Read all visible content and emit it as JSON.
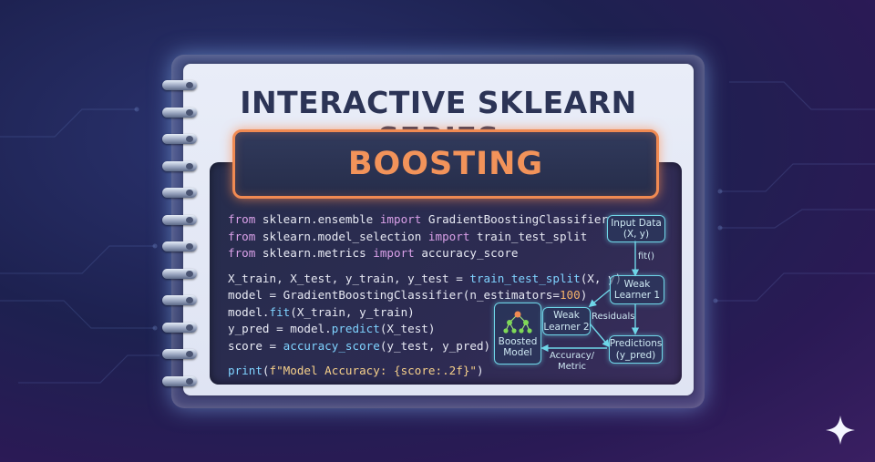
{
  "header": {
    "series_title": "INTERACTIVE SKLEARN SERIES",
    "topic": "BOOSTING"
  },
  "code_lines": [
    {
      "parts": [
        [
          "kw",
          "from"
        ],
        [
          "t",
          " sklearn.ensemble "
        ],
        [
          "kw",
          "import"
        ],
        [
          "t",
          " GradientBoostingClassifier"
        ]
      ]
    },
    {
      "parts": [
        [
          "kw",
          "from"
        ],
        [
          "t",
          " sklearn.model_selection "
        ],
        [
          "kw",
          "import"
        ],
        [
          "t",
          " train_test_split"
        ]
      ]
    },
    {
      "parts": [
        [
          "kw",
          "from"
        ],
        [
          "t",
          " sklearn.metrics "
        ],
        [
          "kw",
          "import"
        ],
        [
          "t",
          " accuracy_score"
        ]
      ]
    },
    {
      "gap": true
    },
    {
      "parts": [
        [
          "t",
          "X_train, X_test, y_train, y_test = "
        ],
        [
          "fn",
          "train_test_split"
        ],
        [
          "t",
          "(X, y)"
        ]
      ]
    },
    {
      "parts": [
        [
          "t",
          "model = GradientBoostingClassifier(n_estimators="
        ],
        [
          "num",
          "100"
        ],
        [
          "t",
          ")"
        ]
      ]
    },
    {
      "parts": [
        [
          "t",
          "model."
        ],
        [
          "fn",
          "fit"
        ],
        [
          "t",
          "(X_train, y_train)"
        ]
      ]
    },
    {
      "parts": [
        [
          "t",
          "y_pred = model."
        ],
        [
          "fn",
          "predict"
        ],
        [
          "t",
          "(X_test)"
        ]
      ]
    },
    {
      "parts": [
        [
          "t",
          "score = "
        ],
        [
          "fn",
          "accuracy_score"
        ],
        [
          "t",
          "(y_test, y_pred)"
        ]
      ]
    },
    {
      "gap": true
    },
    {
      "parts": [
        [
          "fn",
          "print"
        ],
        [
          "t",
          "("
        ],
        [
          "str",
          "f\"Model Accuracy: {score:.2f}\""
        ],
        [
          "t",
          ")"
        ]
      ]
    }
  ],
  "diagram": {
    "input_data": "Input Data\n(X, y)",
    "weak_learner_1": "Weak\nLearner 1",
    "weak_learner_2": "Weak\nLearner 2",
    "predictions": "Predictions\n(y_pred)",
    "boosted_model": "Boosted\nModel",
    "edge_fit": "fit()",
    "edge_residuals": "Residuals",
    "edge_accuracy": "Accuracy/\nMetric"
  },
  "colors": {
    "accent_orange": "#f08a52",
    "node_cyan": "#6fd6e8",
    "keyword": "#d9a0e8",
    "function": "#7fd3ff"
  },
  "icons": {
    "spiral_binding": "notebook-ring-icon",
    "tree": "tree-icon",
    "brand": "sparkle-icon"
  }
}
